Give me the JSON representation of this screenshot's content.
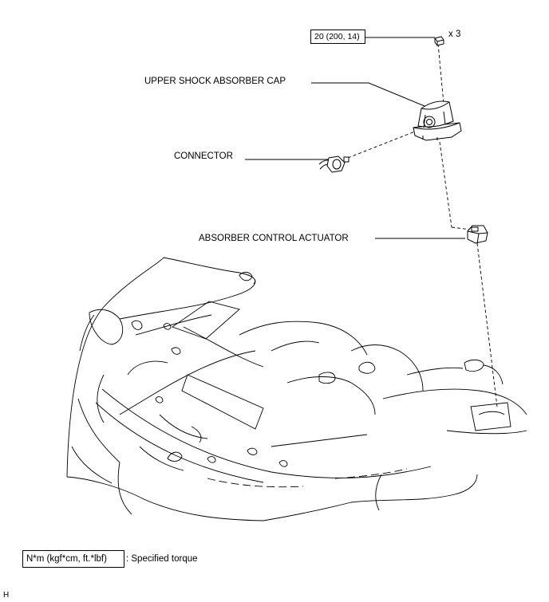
{
  "torque_box": {
    "value": "20 (200, 14)",
    "qty": "x 3"
  },
  "labels": {
    "cap": "UPPER SHOCK ABSORBER CAP",
    "connector": "CONNECTOR",
    "actuator": "ABSORBER CONTROL ACTUATOR"
  },
  "legend": {
    "unit_box": "N*m (kgf*cm, ft.*lbf)",
    "description": ": Specified torque"
  },
  "corner_mark": "H"
}
